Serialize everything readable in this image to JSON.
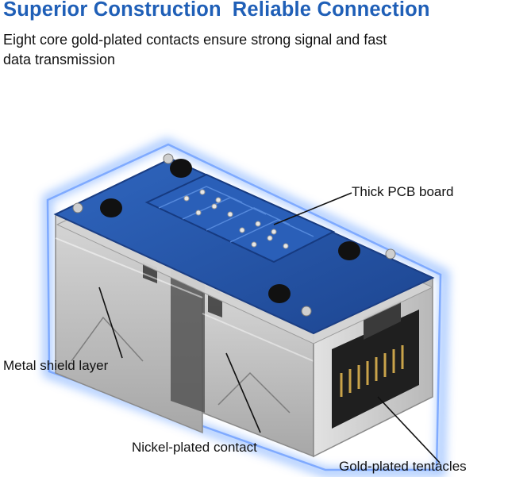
{
  "header": {
    "title_part1": "Superior Construction",
    "title_part2": "Reliable Connection",
    "subtitle": "Eight core gold-plated contacts ensure strong signal and fast data transmission"
  },
  "callouts": {
    "pcb": "Thick PCB board",
    "shield": "Metal shield layer",
    "nickel": "Nickel-plated contact",
    "gold": "Gold-plated tentacles"
  },
  "colors": {
    "title": "#1f5fb7",
    "glow": "#9ec2ff",
    "pcb_blue": "#2556a8",
    "metal": "#bdbdbd",
    "text": "#111111"
  },
  "icons": {
    "product": "rj45-coupler-image"
  }
}
